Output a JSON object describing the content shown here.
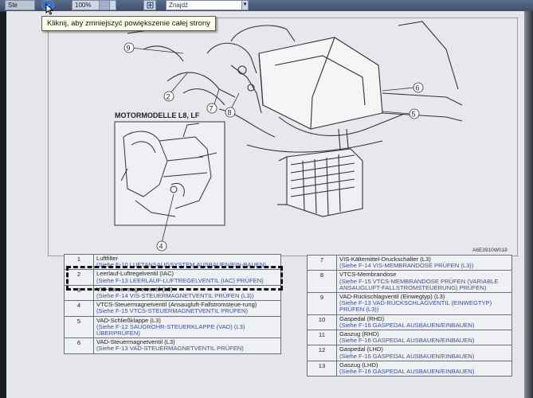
{
  "toolbar": {
    "left_button_label": "Ste",
    "zoom_out_label": "−",
    "zoom_value": "100%",
    "find_placeholder": "Znajdź",
    "find_value": ""
  },
  "tooltip": {
    "text": "Kliknij, aby zmniejszyć powiększenie całej strony"
  },
  "figure": {
    "callouts": [
      "9",
      "2",
      "7",
      "8",
      "6",
      "5",
      "4"
    ],
    "inset_label": "MOTORMODELLE L8, LF",
    "code": "A6E3910W018"
  },
  "parts_left": [
    {
      "num": "1",
      "name": "Luftfilter",
      "ref": "(Siehe F‑10 LUFTANSAUGSYSTEM AUSBAUEN/EIN-BAUEN)"
    },
    {
      "num": "2",
      "name": "Leerlauf-Luftregelventil (IAC)",
      "ref": "(Siehe F‑13 LEERLAUF-LUFTREGELVENTIL (IAC) PRÜFEN)"
    },
    {
      "num": "3",
      "name": "VIS-Steuermagnetventil (L3)",
      "ref": "(Siehe F‑14 VIS-STEUERMAGNETVENTIL PRÜFEN (L3))"
    },
    {
      "num": "4",
      "name": "VTCS-Steuermagnetventil (Ansaugluft-Fallstromsteue-rung)",
      "ref": "(Siehe F‑15 VTCS-STEUERMAGNETVENTIL PRÜFEN)"
    },
    {
      "num": "5",
      "name": "VAD-Schließklappe (L3)",
      "ref": "(Siehe F‑12 SAUGROHR-STEUERKLAPPE (VAD) (L3) ÜBERPRÜFEN)"
    },
    {
      "num": "6",
      "name": "VAD-Steuermagnetventil (L3)",
      "ref": "(Siehe F‑13 VAD-STEUERMAGNETVENTIL PRÜFEN)"
    }
  ],
  "parts_right": [
    {
      "num": "7",
      "name": "VIS-Kältemittel-Druckschalter (L3)",
      "ref": "(Siehe F‑14 VIS-MEMBRANDOSE PRÜFEN (L3))"
    },
    {
      "num": "8",
      "name": "VTCS-Membrandose",
      "ref": "(Siehe F‑15 VTCS-MEMBRANDOSE PRÜFEN (VARIABLE ANSAUGLUFT-FALLSTROMSTEUERUNG) PRÜFEN)"
    },
    {
      "num": "9",
      "name": "VAD-Rückschlagventil (Einwegtyp) (L3)",
      "ref": "(Siehe F‑13 VAD-RÜCKSCHLAGVENTIL (EINWEGTYP) PRÜFEN (L3))"
    },
    {
      "num": "10",
      "name": "Gaspedal (RHD)",
      "ref": "(Siehe F‑16 GASPEDAL AUSBAUEN/EINBAUEN)"
    },
    {
      "num": "11",
      "name": "Gaszug (RHD)",
      "ref": "(Siehe F‑16 GASPEDAL AUSBAUEN/EINBAUEN)"
    },
    {
      "num": "12",
      "name": "Gaspedal (LHD)",
      "ref": "(Siehe F‑16 GASPEDAL AUSBAUEN/EINBAUEN)"
    },
    {
      "num": "13",
      "name": "Gaszug (LHD)",
      "ref": "(Siehe F‑16 GASPEDAL AUSBAUEN/EINBAUEN)"
    }
  ],
  "icons": {
    "zoom_out": "zoom-out-icon",
    "fit_page": "fit-page-icon",
    "cursor": "mouse-pointer-icon"
  }
}
